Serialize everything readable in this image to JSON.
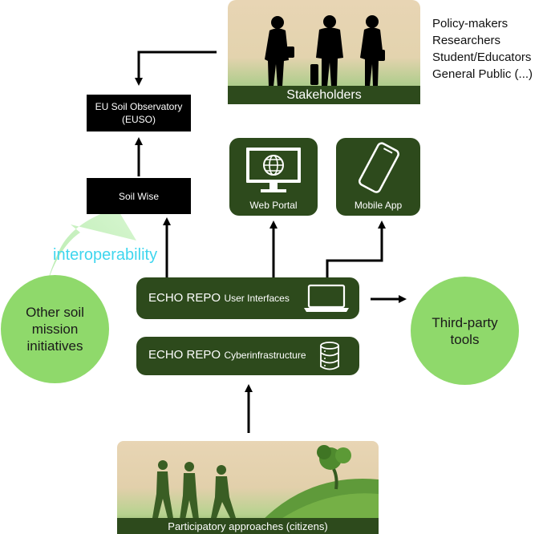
{
  "stakeholders": {
    "label": "Stakeholders",
    "audience": [
      "Policy-makers",
      "Researchers",
      "Student/Educators",
      "General Public (...)"
    ]
  },
  "euso": {
    "line1": "EU Soil Observatory",
    "line2": "(EUSO)"
  },
  "soil_wise": {
    "label": "Soil Wise"
  },
  "web_portal": {
    "label": "Web Portal",
    "icon": "monitor-globe-icon"
  },
  "mobile_app": {
    "label": "Mobile App",
    "icon": "smartphone-icon"
  },
  "echo_ui": {
    "title": "ECHO REPO",
    "subtitle": "User Interfaces",
    "icon": "laptop-icon"
  },
  "echo_cyber": {
    "title": "ECHO REPO",
    "subtitle": "Cyberinfrastructure",
    "icon": "database-icon"
  },
  "interoperability": {
    "label": "interoperability",
    "color": "#3fd6ee"
  },
  "other_soil": {
    "line1": "Other soil",
    "line2": "mission",
    "line3": "initiatives"
  },
  "third_party": {
    "line1": "Third-party",
    "line2": "tools"
  },
  "participatory": {
    "label": "Participatory approaches (citizens)"
  },
  "colors": {
    "dark_green": "#2d4a1c",
    "light_green": "#8fd96b",
    "beige": "#e8d5b4"
  }
}
